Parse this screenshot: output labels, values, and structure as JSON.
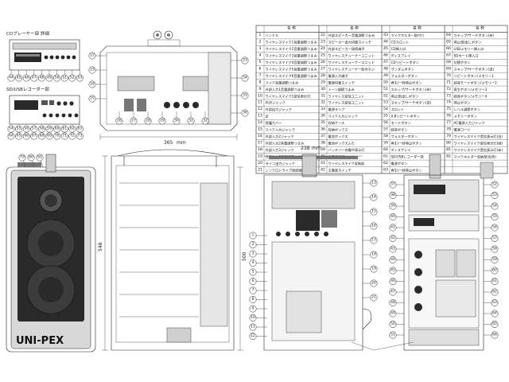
{
  "header_labels": {
    "cd_player": "CDプレーヤー部 詳細",
    "sd_recorder": "SD/USBレコーダー部"
  },
  "dimensions": {
    "width_top": "365",
    "width_front": "238",
    "height_side": "548",
    "height_rear": "500",
    "unit": "mm"
  },
  "brand": {
    "front_logo": "UNI-PEX"
  },
  "parts_table": {
    "header": {
      "no": "",
      "name": "名 称"
    },
    "rows": [
      [
        "1",
        "ハンドル",
        "22",
        "外部スピーカー音量調節つまみ",
        "43",
        "マイクホルダー取付穴",
        "64",
        "スキップ/サーチボタン(戻)"
      ],
      [
        "2",
        "ワイヤレスマイク1音量調節つまみ",
        "23",
        "スピーカー出力切替スイッチ",
        "44",
        "CDスロット",
        "65",
        "停止/取出しボタン"
      ],
      [
        "3",
        "ワイヤレスマイク2音量調節つまみ",
        "24",
        "外部スピーカー接続端子",
        "45",
        "CD挿入口",
        "66",
        "USBメモリー挿入口"
      ],
      [
        "4",
        "ワイヤレスマイク3音量調節つまみ",
        "25",
        "ワイヤレスチューナーユニット",
        "46",
        "ディスプレイ",
        "67",
        "SDカード挿入口"
      ],
      [
        "5",
        "ワイヤレスマイク4音量調節つまみ",
        "26",
        "ワイヤレスチューナーユニット",
        "47",
        "CDリピートボタン",
        "68",
        "切替ボタン"
      ],
      [
        "6",
        "ワイヤレスマイク5音量調節つまみ",
        "27",
        "ワイヤレスチューナー取付ネジ",
        "48",
        "ランダムボタン",
        "69",
        "スキップ/サーチボタン(送)"
      ],
      [
        "7",
        "ワイヤレスマイク6音量調節つまみ",
        "28",
        "電源入力端子",
        "49",
        "フォルダーボタン",
        "70",
        "リピートボタン/メモリー1"
      ],
      [
        "8",
        "マイク音量調節つまみ",
        "29",
        "電源切替スイッチ",
        "50",
        "再生/一時停止ボタン",
        "71",
        "録音モードボタン/メモリー2"
      ],
      [
        "9",
        "外部入力1音量調節つまみ",
        "30",
        "トーン調節つまみ",
        "51",
        "スキップ/サーチボタン(戻)",
        "72",
        "再生ボタン/メモリー3"
      ],
      [
        "10",
        "ワイヤレスマイク1受信表示灯",
        "31",
        "ワイヤレス受信ユニット",
        "52",
        "停止/取出しボタン",
        "73",
        "録音ボタン/メモリー4"
      ],
      [
        "11",
        "AUXジャック",
        "32",
        "ワイヤレス受信ユニット",
        "53",
        "スキップ/サーチボタン(送)",
        "74",
        "停止ボタン"
      ],
      [
        "12",
        "外部出力ジャック",
        "33",
        "電源ランプ",
        "54",
        "スロット",
        "75",
        "レベル調節ボタン"
      ],
      [
        "13",
        "足",
        "34",
        "マイク入力ジャック",
        "55",
        "A-Bリピートボタン",
        "76",
        "メモリーボタン"
      ],
      [
        "14",
        "保護カバー",
        "35",
        "収納ケース",
        "56",
        "モードボタン",
        "77",
        "AC電源入力ジャック"
      ],
      [
        "15",
        "マイク入力ジャック",
        "36",
        "収納ボックス",
        "57",
        "録音ボタン",
        "78",
        "電源コード"
      ],
      [
        "16",
        "外部入力2ジャック",
        "37",
        "電池ボックス",
        "58",
        "フォルダーボタン",
        "79",
        "ワイヤレスマイク受信表示灯(白)"
      ],
      [
        "17",
        "外部入力2音量調節つまみ",
        "38",
        "電池ボックスふた",
        "59",
        "再生/一時停止ボタン",
        "80",
        "ワイヤレスマイク受信表示灯(緑)"
      ],
      [
        "18",
        "外部入力3ジャック",
        "39",
        "バッテリー充電中表示灯",
        "60",
        "ディスプレイ",
        "81",
        "ワイヤレスマイク受信表示灯(赤)"
      ],
      [
        "19",
        "外部入力3音量調節つまみ",
        "40",
        "充電表示灯",
        "61",
        "SD/USBレコーダー部",
        "82",
        "マイクホルダー収納部(別売)"
      ],
      [
        "20",
        "ライン出力ジャック",
        "41",
        "ワイヤレスマイク収納部",
        "62",
        "電源ボタン",
        "",
        ""
      ],
      [
        "21",
        "シンクロドライブ接続端子",
        "42",
        "主電源スイッチ",
        "63",
        "再生/一時停止ボタン",
        "",
        ""
      ]
    ]
  },
  "callouts": {
    "cd_unit": [
      "44",
      "45",
      "46",
      "47",
      "48",
      "49",
      "50",
      "51",
      "52",
      "53"
    ],
    "sd_unit": [
      "54",
      "55",
      "56",
      "57",
      "58",
      "59",
      "60",
      "61",
      "62",
      "63",
      "64",
      "65",
      "66",
      "67",
      "68",
      "69",
      "70",
      "71",
      "72",
      "73"
    ],
    "top_view": [
      "22",
      "23",
      "24",
      "25",
      "26",
      "27",
      "28",
      "29",
      "30",
      "31",
      "32",
      "33",
      "34",
      "35",
      "36"
    ],
    "front_view": [
      "79",
      "80",
      "81"
    ],
    "rear_left": [
      "1",
      "2",
      "3",
      "4",
      "5",
      "6",
      "7",
      "8",
      "9",
      "10",
      "11",
      "12",
      "13",
      "14",
      "15",
      "16",
      "17",
      "18",
      "19",
      "20",
      "21"
    ],
    "rear_right": [
      "37",
      "38",
      "39",
      "40",
      "41",
      "42",
      "43",
      "44",
      "45",
      "46",
      "47",
      "48",
      "49",
      "50",
      "51",
      "52",
      "53",
      "54",
      "55",
      "56",
      "57",
      "58",
      "59",
      "60",
      "61",
      "62",
      "63",
      "64",
      "65",
      "66"
    ]
  }
}
